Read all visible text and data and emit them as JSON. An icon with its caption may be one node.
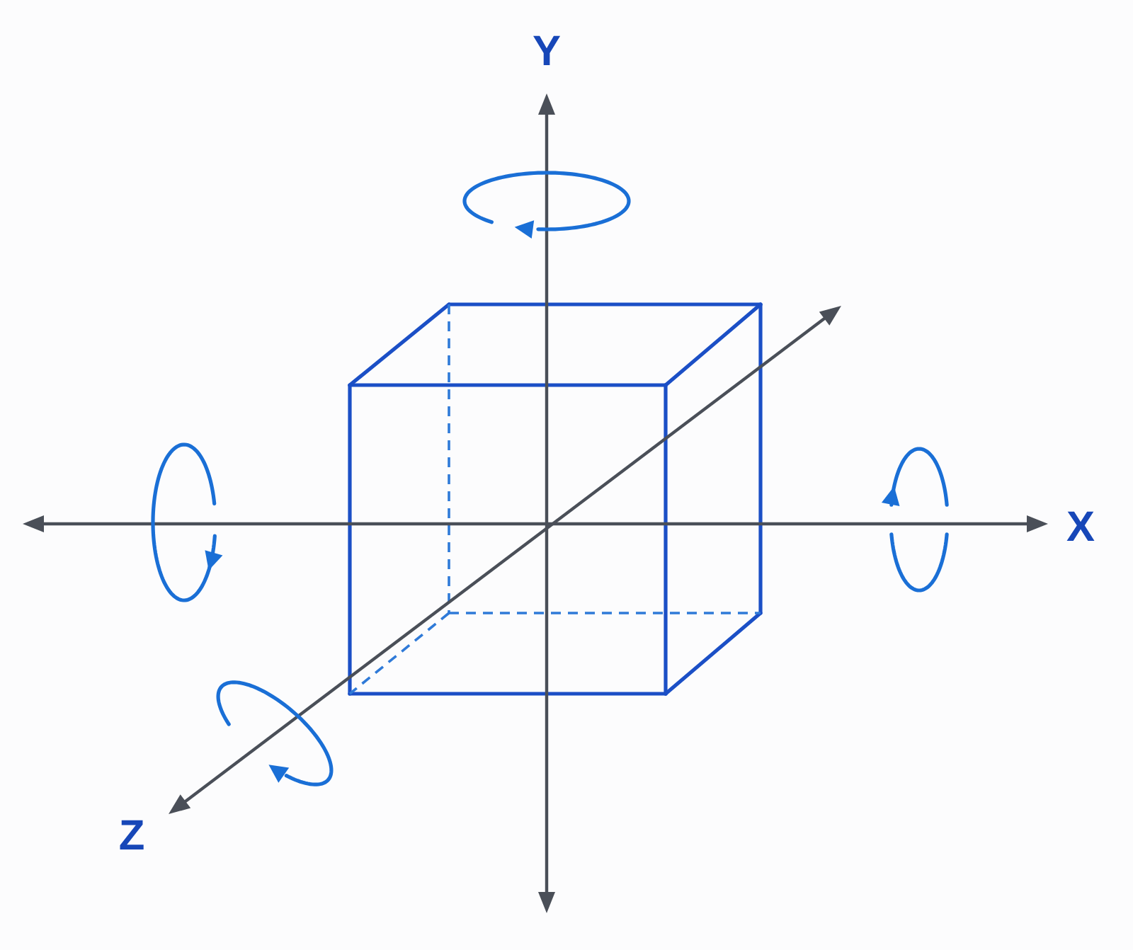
{
  "diagram": {
    "labels": [
      "Y",
      "X",
      "Z"
    ]
  }
}
